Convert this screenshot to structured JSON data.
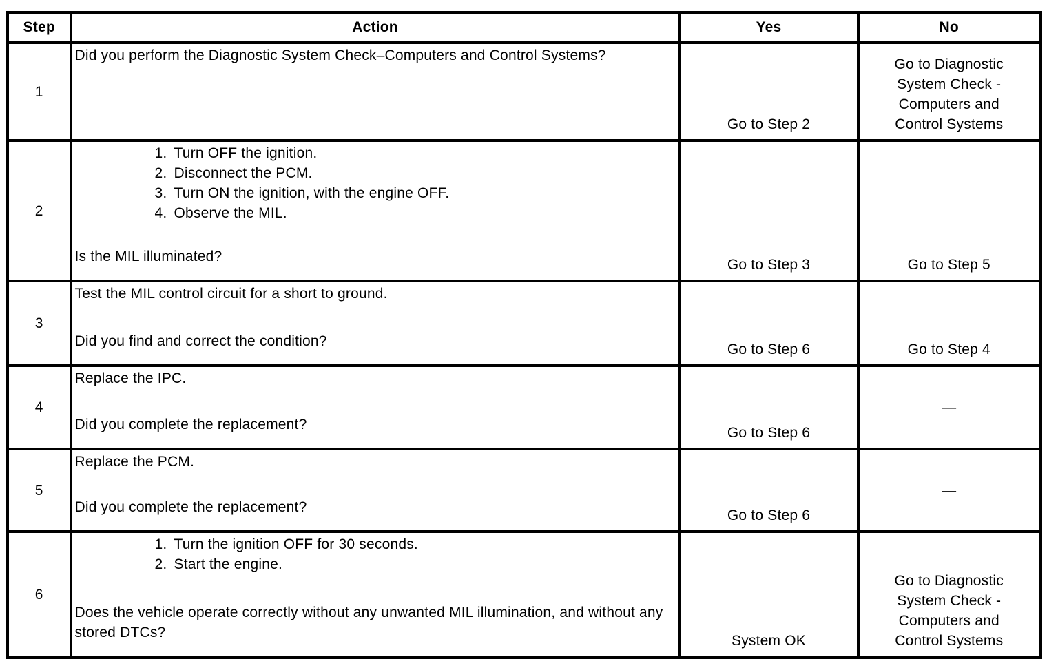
{
  "table": {
    "headers": [
      "Step",
      "Action",
      "Yes",
      "No"
    ],
    "rows": [
      {
        "step": "1",
        "action": {
          "text": "Did you perform the Diagnostic System Check–Computers and Control Systems?",
          "question": ""
        },
        "yes": "Go to Step 2",
        "no": "Go to Diagnostic\nSystem Check -\nComputers and\nControl Systems"
      },
      {
        "step": "2",
        "action": {
          "list": [
            "Turn OFF the ignition.",
            "Disconnect the PCM.",
            "Turn ON the ignition, with the engine OFF.",
            "Observe the MIL."
          ],
          "question": "Is the MIL illuminated?"
        },
        "yes": "Go to Step 3",
        "no": "Go to Step 5"
      },
      {
        "step": "3",
        "action": {
          "text": "Test the MIL control circuit for a short to ground.",
          "question": "Did you find and correct the condition?"
        },
        "yes": "Go to Step 6",
        "no": "Go to Step 4"
      },
      {
        "step": "4",
        "action": {
          "text": "Replace the IPC.",
          "question": "Did you complete the replacement?"
        },
        "yes": "Go to Step 6",
        "no": "—"
      },
      {
        "step": "5",
        "action": {
          "text": "Replace the PCM.",
          "question": "Did you complete the replacement?"
        },
        "yes": "Go to Step 6",
        "no": "—"
      },
      {
        "step": "6",
        "action": {
          "list": [
            "Turn the ignition OFF for 30 seconds.",
            "Start the engine."
          ],
          "question": "Does the vehicle operate correctly without any unwanted MIL illumination, and without any stored DTCs?"
        },
        "yes": "System OK",
        "no": "Go to Diagnostic\nSystem Check -\nComputers and\nControl Systems"
      }
    ]
  }
}
